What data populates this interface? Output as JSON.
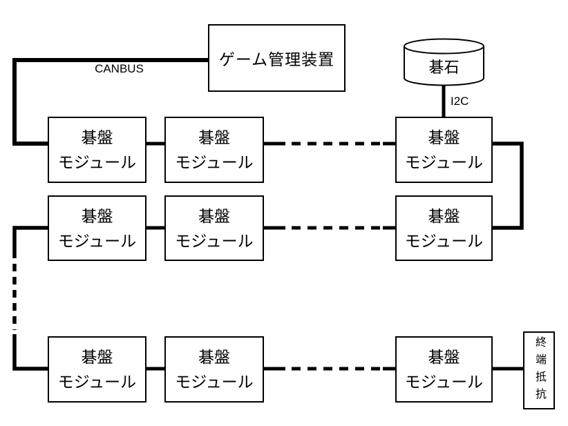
{
  "diagram": {
    "controller": {
      "label": "ゲーム管理装置"
    },
    "canbus": {
      "label": "CANBUS"
    },
    "stone_db": {
      "label": "碁石"
    },
    "i2c": {
      "label": "I2C"
    },
    "module": {
      "line1": "碁盤",
      "line2": "モジュール"
    },
    "terminator": {
      "label": "終端抵抗"
    },
    "colors": {
      "line": "#000000",
      "box_border": "#000000",
      "box_background": "#ffffff",
      "text": "#000000",
      "page_background": "#ffffff"
    }
  }
}
